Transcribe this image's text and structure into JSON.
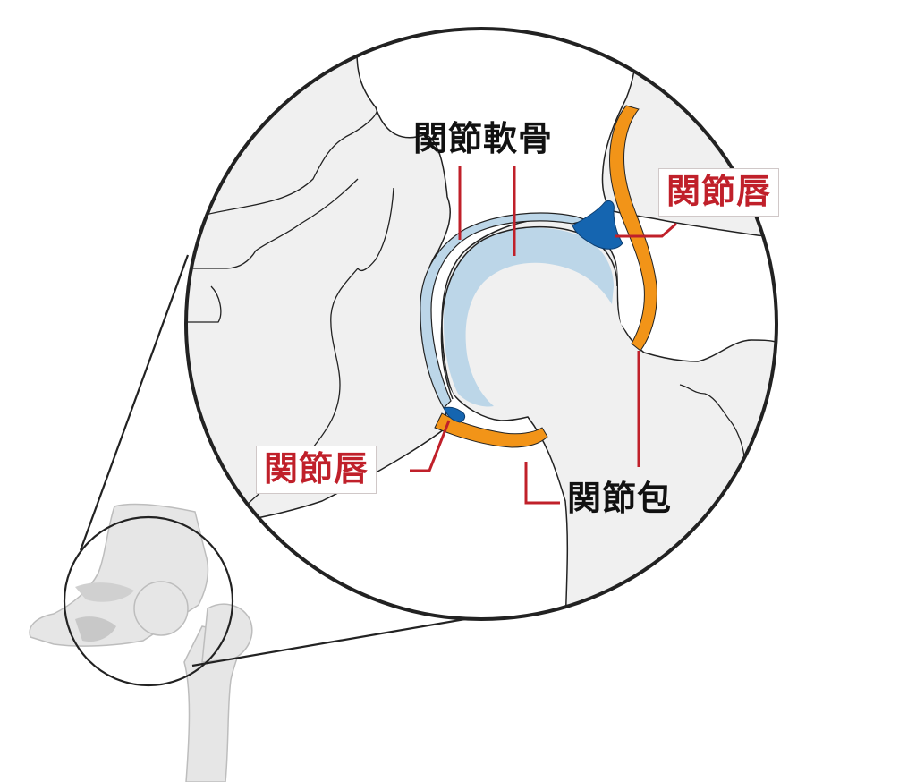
{
  "labels": {
    "cartilage": "関節軟骨",
    "labrum_upper": "関節唇",
    "labrum_lower": "関節唇",
    "capsule": "関節包"
  },
  "colors": {
    "bone_fill": "#f0f0f0",
    "bone_outline": "#222222",
    "cartilage": "#bcd6e8",
    "labrum": "#1565b0",
    "capsule": "#f29418",
    "leader_line": "#c0202a",
    "label_red": "#c0202a",
    "label_black": "#111111",
    "small_bone": "#d6d6d6"
  }
}
